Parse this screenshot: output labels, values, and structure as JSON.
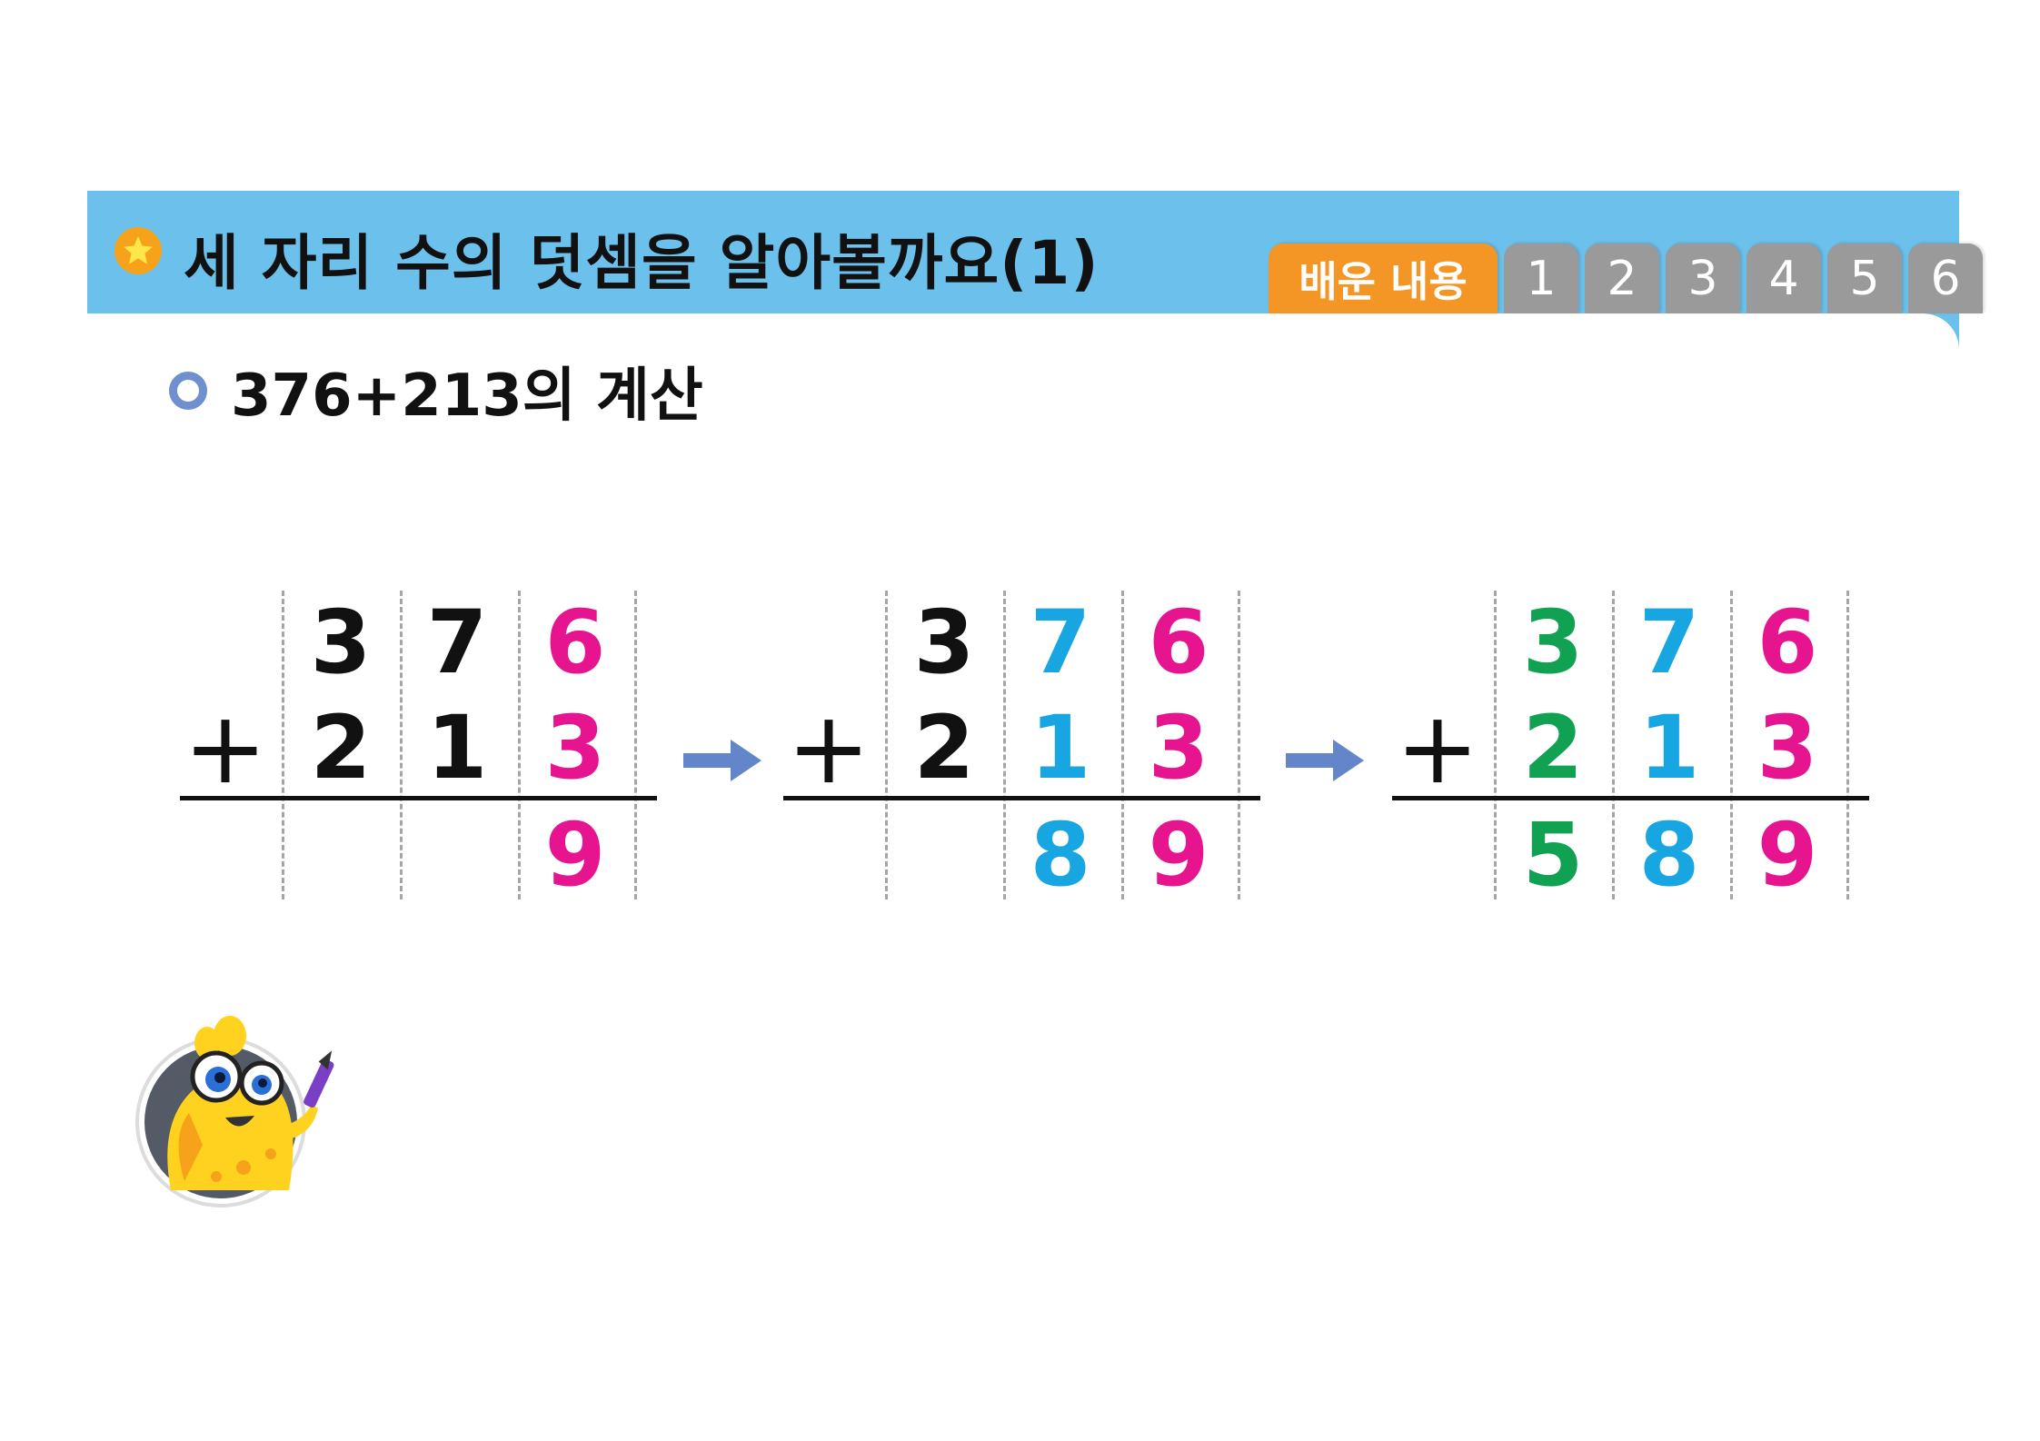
{
  "header": {
    "title": "세 자리 수의 덧셈을 알아볼까요(1)",
    "tabs": [
      {
        "label": "배운 내용",
        "color": "#f39625"
      },
      {
        "label": "1",
        "color": "#9a9a9a"
      },
      {
        "label": "2",
        "color": "#9a9a9a"
      },
      {
        "label": "3",
        "color": "#9a9a9a"
      },
      {
        "label": "4",
        "color": "#9a9a9a"
      },
      {
        "label": "5",
        "color": "#9a9a9a"
      },
      {
        "label": "6",
        "color": "#9a9a9a"
      }
    ],
    "bg_color": "#6cc1ec"
  },
  "subtitle": "376+213의 계산",
  "colors": {
    "black": "#111111",
    "pink": "#e6158f",
    "blue": "#17a6e2",
    "green": "#11a152",
    "arrow": "#6385c9"
  },
  "steps": [
    {
      "operator": "+",
      "top": [
        {
          "d": "3",
          "c": "black"
        },
        {
          "d": "7",
          "c": "black"
        },
        {
          "d": "6",
          "c": "pink"
        }
      ],
      "bottom": [
        {
          "d": "2",
          "c": "black"
        },
        {
          "d": "1",
          "c": "black"
        },
        {
          "d": "3",
          "c": "pink"
        }
      ],
      "result": [
        {
          "d": "",
          "c": "black"
        },
        {
          "d": "",
          "c": "black"
        },
        {
          "d": "9",
          "c": "pink"
        }
      ]
    },
    {
      "operator": "+",
      "top": [
        {
          "d": "3",
          "c": "black"
        },
        {
          "d": "7",
          "c": "blue"
        },
        {
          "d": "6",
          "c": "pink"
        }
      ],
      "bottom": [
        {
          "d": "2",
          "c": "black"
        },
        {
          "d": "1",
          "c": "blue"
        },
        {
          "d": "3",
          "c": "pink"
        }
      ],
      "result": [
        {
          "d": "",
          "c": "black"
        },
        {
          "d": "8",
          "c": "blue"
        },
        {
          "d": "9",
          "c": "pink"
        }
      ]
    },
    {
      "operator": "+",
      "top": [
        {
          "d": "3",
          "c": "green"
        },
        {
          "d": "7",
          "c": "blue"
        },
        {
          "d": "6",
          "c": "pink"
        }
      ],
      "bottom": [
        {
          "d": "2",
          "c": "green"
        },
        {
          "d": "1",
          "c": "blue"
        },
        {
          "d": "3",
          "c": "pink"
        }
      ],
      "result": [
        {
          "d": "5",
          "c": "green"
        },
        {
          "d": "8",
          "c": "blue"
        },
        {
          "d": "9",
          "c": "pink"
        }
      ]
    }
  ],
  "icons": [
    "star-icon",
    "ring-icon",
    "arrow-right-icon",
    "mascot-character"
  ]
}
